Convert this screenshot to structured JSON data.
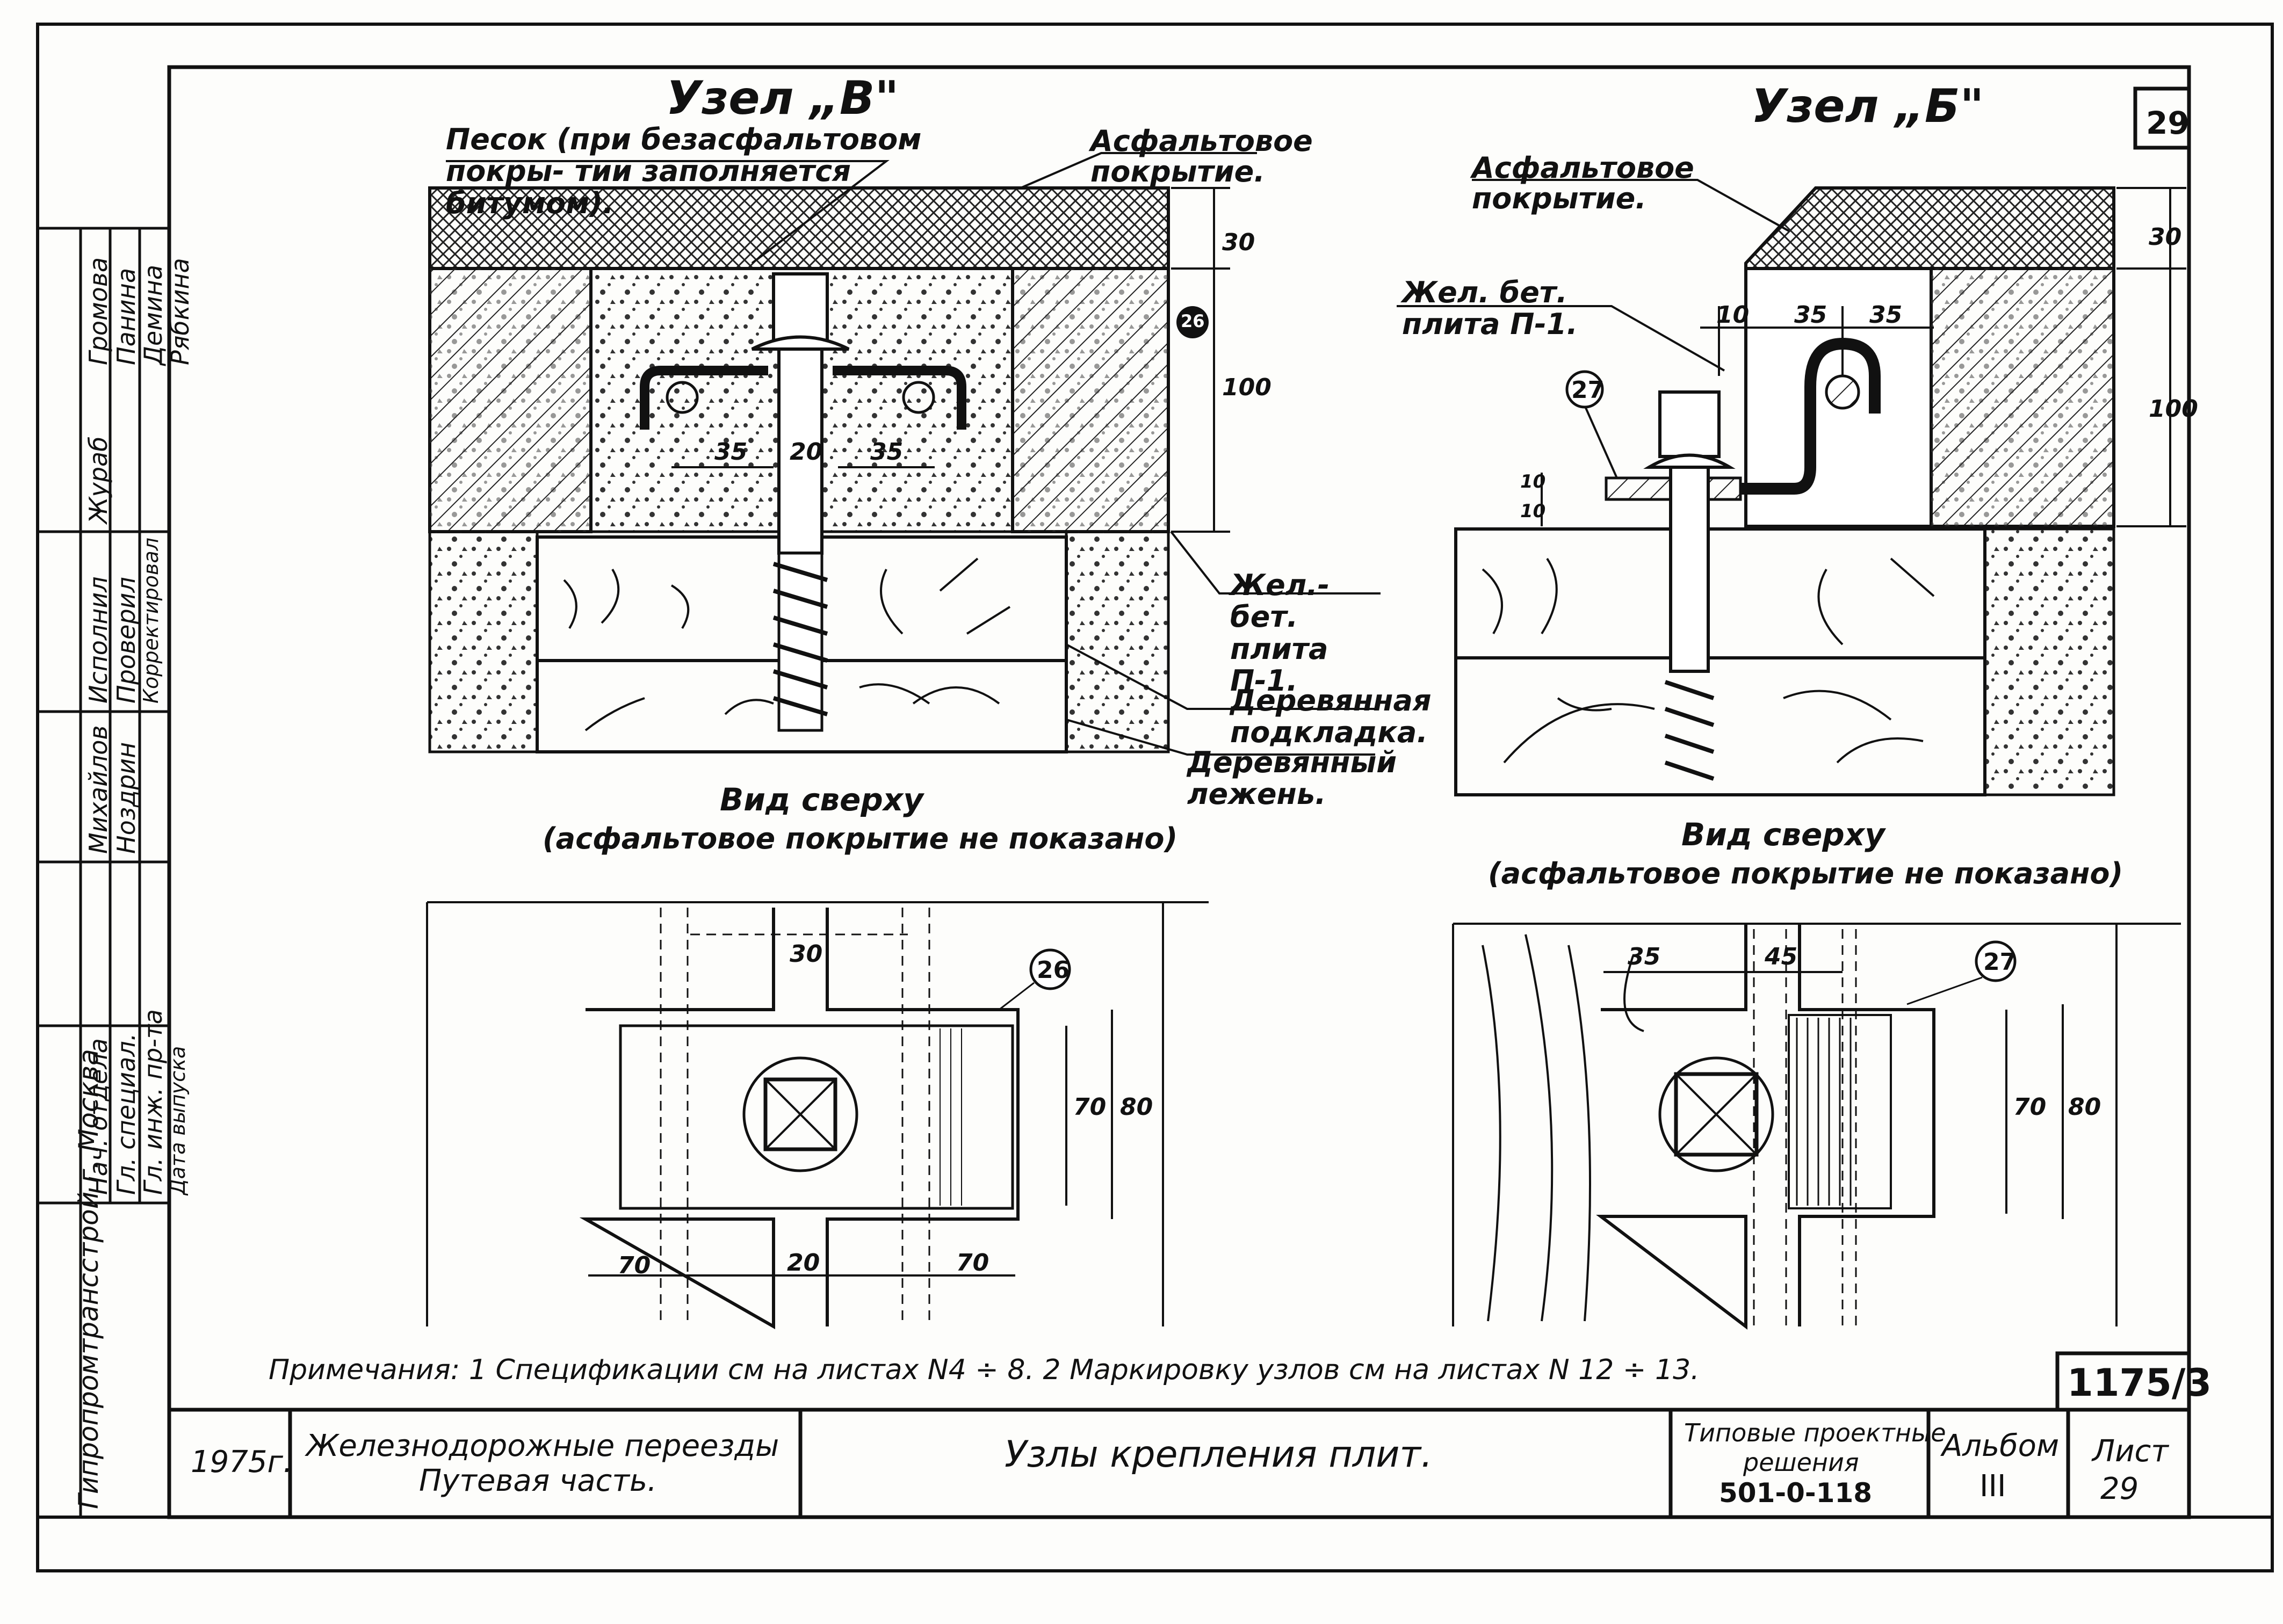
{
  "sheet": {
    "sheet_number_box": "29",
    "doc_code": "1175/3"
  },
  "node_v": {
    "title": "Узел „В\"",
    "sand_label": "Песок (при безасфальтовом покры- тии заполняется битумом).",
    "asphalt_label": "Асфальтовое покрытие.",
    "slab_label": "Жел.-бет. плита П-1.",
    "wood_pad_label": "Деревянная подкладка.",
    "sleeper_label": "Деревянный лежень.",
    "dims": [
      "30",
      "100",
      "35",
      "20",
      "35"
    ],
    "callout": "26",
    "top_view_title": "Вид сверху",
    "top_view_subtitle": "(асфальтовое покрытие не показано)",
    "top_dims": [
      "30",
      "70",
      "80",
      "70",
      "20",
      "70"
    ],
    "top_callout": "26"
  },
  "node_b": {
    "title": "Узел „Б\"",
    "asphalt_label": "Асфальтовое покрытие.",
    "slab_label": "Жел. бет. плита П-1.",
    "dims": [
      "10",
      "35",
      "35",
      "30",
      "100",
      "10",
      "10"
    ],
    "callout": "27",
    "top_view_title": "Вид сверху",
    "top_view_subtitle": "(асфальтовое покрытие не показано)",
    "top_dims": [
      "35",
      "45",
      "70",
      "80"
    ],
    "top_callout": "27"
  },
  "notes": "Примечания: 1 Спецификации см на листах N4 ÷ 8.   2 Маркировку узлов см на листах N 12 ÷ 13.",
  "title_block": {
    "year": "1975г.",
    "project_line1": "Железнодорожные переезды",
    "project_line2": "Путевая часть.",
    "drawing_title": "Узлы крепления плит.",
    "type_line1": "Типовые проектные",
    "type_line2": "решения",
    "type_code": "501-0-118",
    "album_label": "Альбом",
    "album_value": "III",
    "sheet_label": "Лист",
    "sheet_value": "29"
  },
  "side_stamp": {
    "org": "Гипропромтрансстрой г. Москва",
    "rows": [
      "Нач. отдела",
      "Гл. специал.",
      "Гл. инж. пр-та",
      "Дата выпуска",
      "Михайлов",
      "Ноздрин",
      "Исполнил",
      "Проверил",
      "Корректировал",
      "Жураб",
      "Громова",
      "Панина",
      "Демина",
      "Рябкина"
    ]
  }
}
